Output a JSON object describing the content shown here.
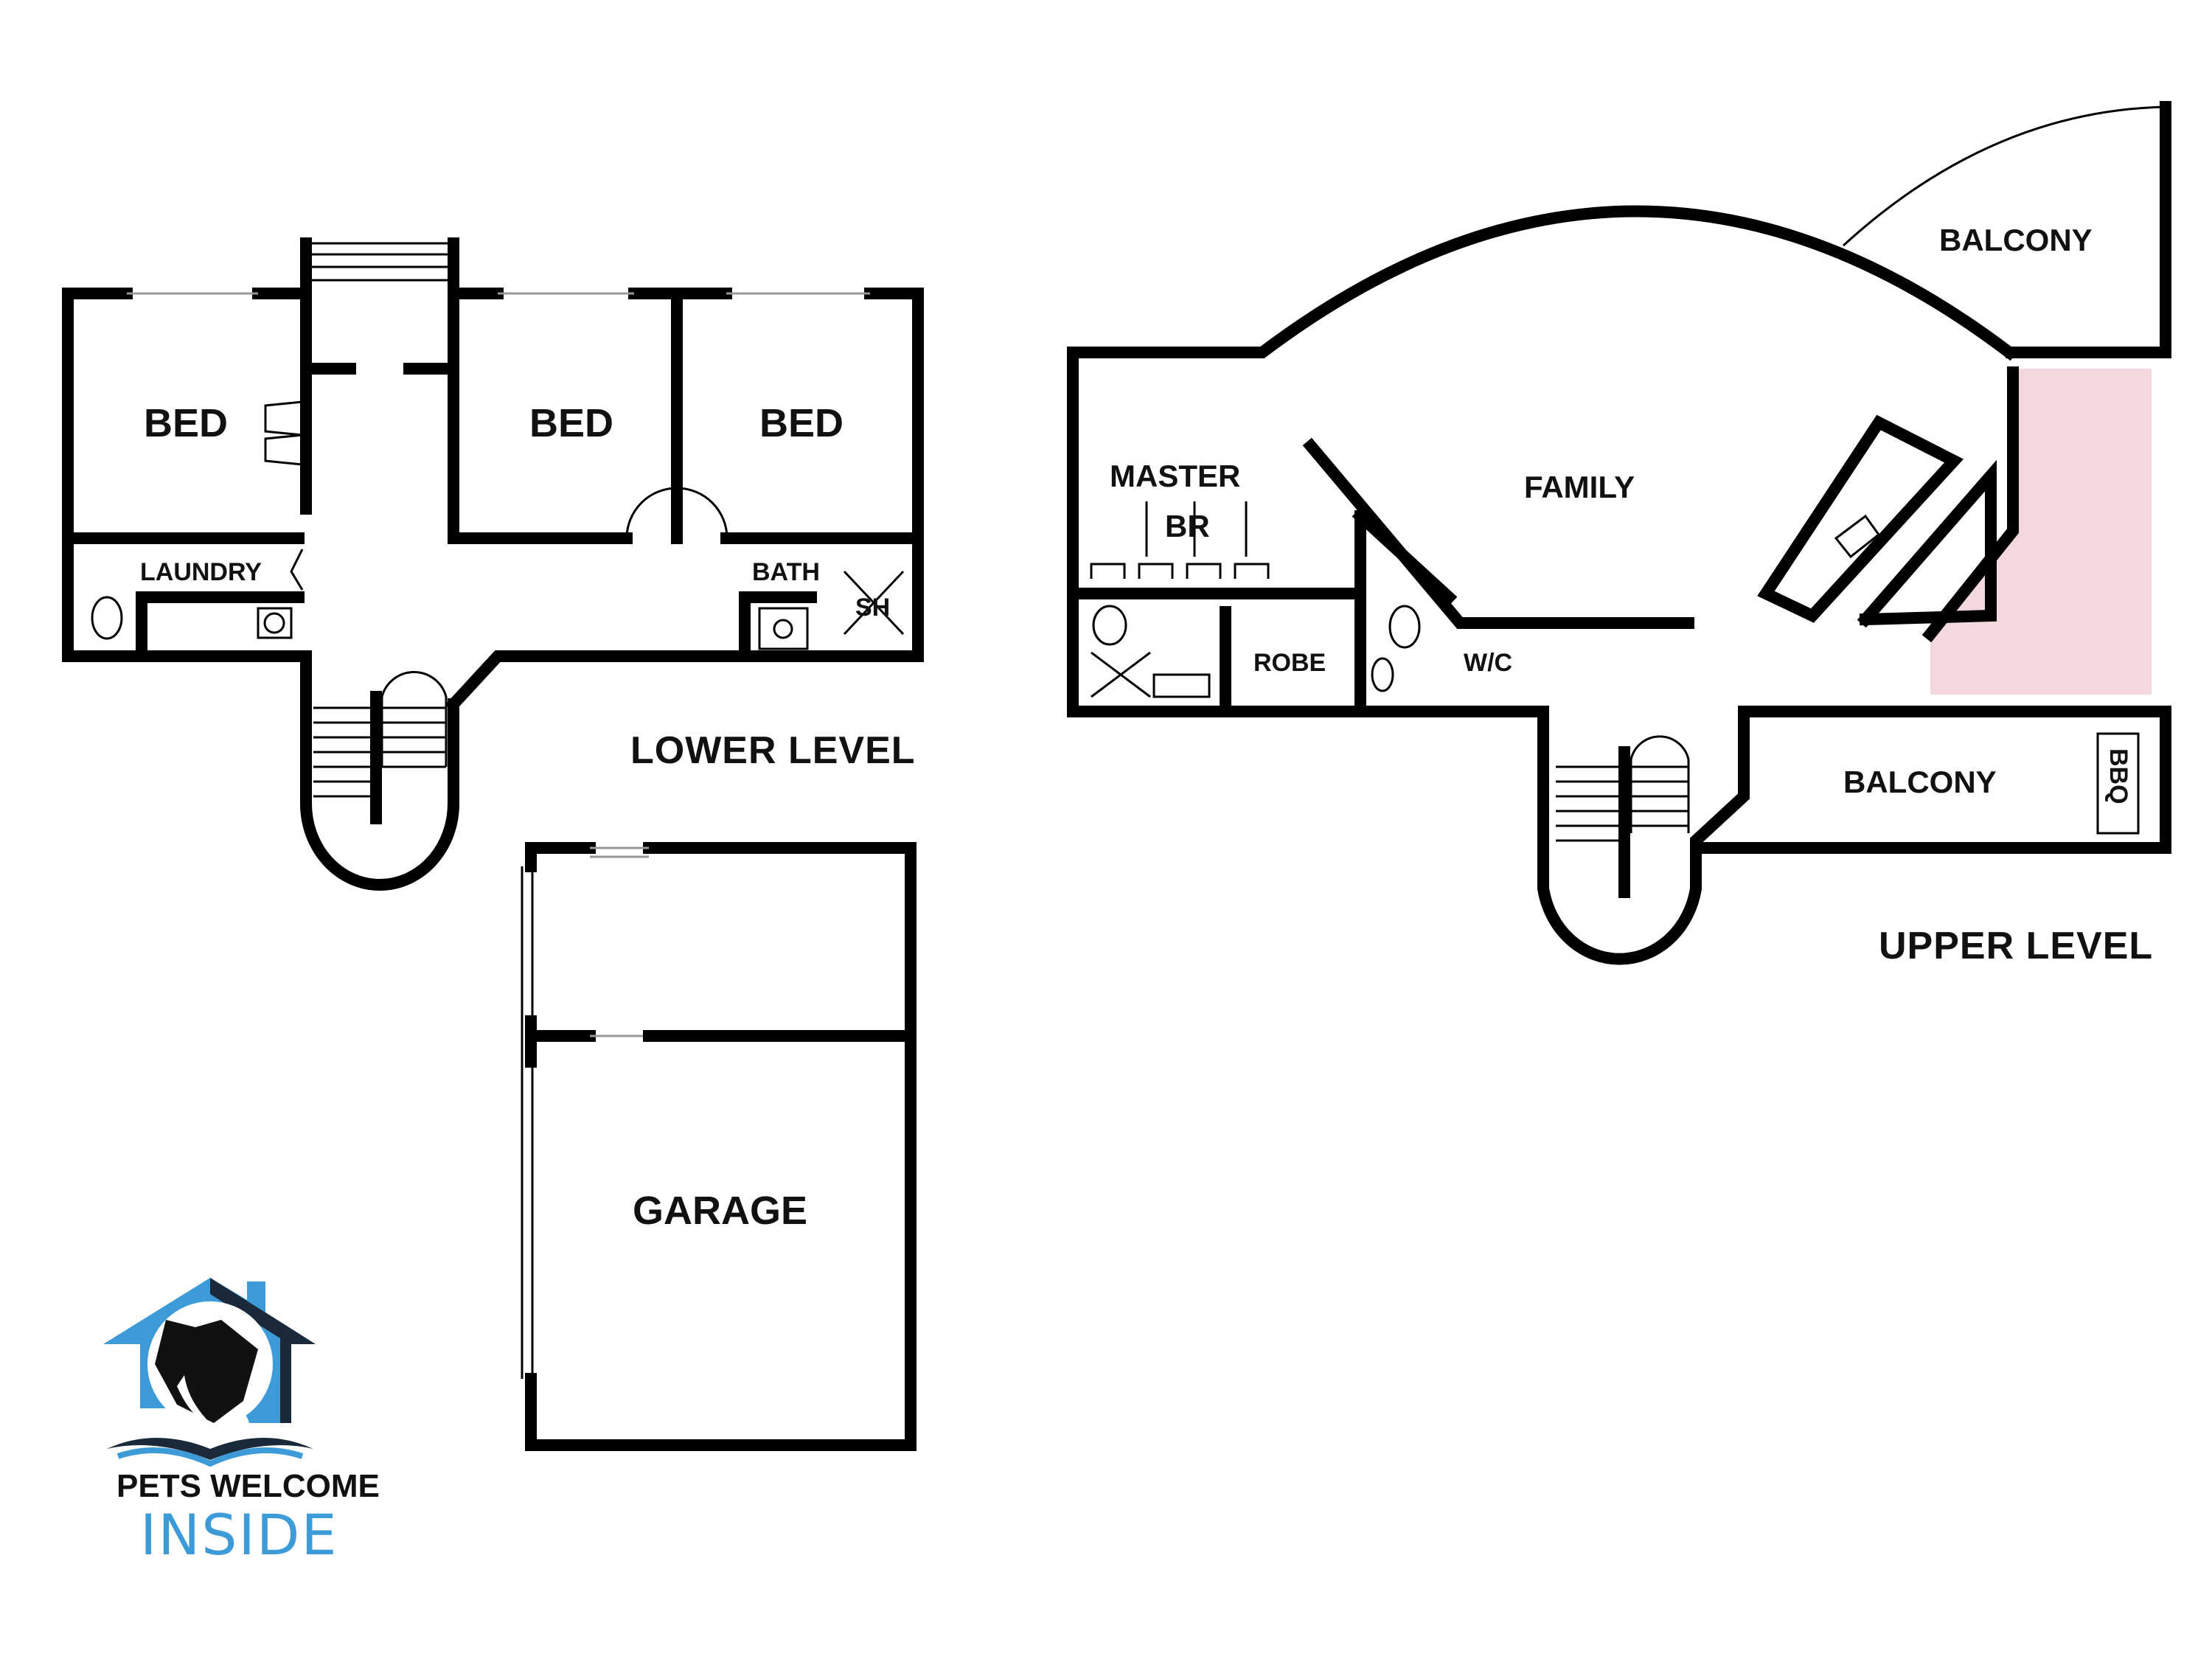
{
  "lower_level": {
    "title": "LOWER LEVEL",
    "rooms": {
      "bed_1": "BED",
      "bed_2": "BED",
      "bed_3": "BED",
      "laundry": "LAUNDRY",
      "bath": "BATH",
      "shower": "SH"
    }
  },
  "garage": {
    "label": "GARAGE"
  },
  "upper_level": {
    "title": "UPPER LEVEL",
    "rooms": {
      "master_line1": "MASTER",
      "master_line2": "BR",
      "family": "FAMILY",
      "balcony_top": "BALCONY",
      "balcony_bottom": "BALCONY",
      "robe": "ROBE",
      "wc": "W/C",
      "bbq": "BBQ"
    },
    "highlight_color": "#f3d9dd"
  },
  "logo": {
    "line1": "PETS WELCOME",
    "line2": "INSIDE",
    "brand_color": "#3d9bd8",
    "icon": "house-with-dog-and-cat-icon"
  }
}
